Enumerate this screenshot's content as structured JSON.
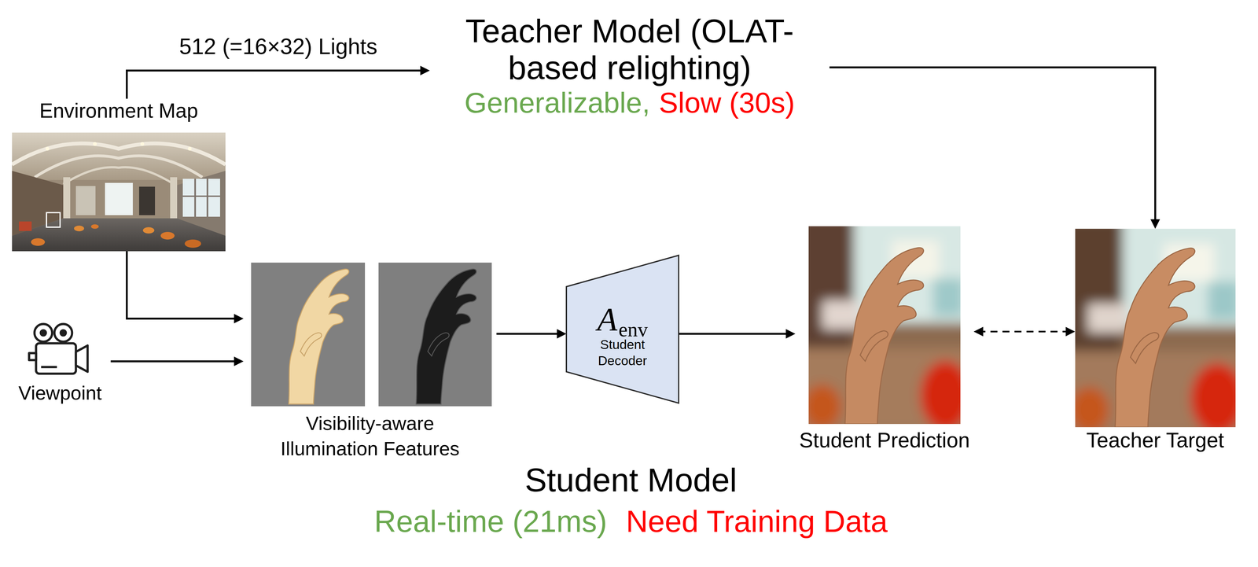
{
  "diagram": {
    "nodes": [
      {
        "text": [
          "Environment Map"
        ]
      },
      {
        "text": [
          "Teacher Model (OLAT-based relighting)",
          "Generalizable,",
          "Slow (30s)"
        ]
      },
      {
        "text": [
          "Viewpoint"
        ]
      },
      {
        "text": [
          "Visibility-aware Illumination Features"
        ]
      },
      {
        "text": [
          "A",
          "env",
          "Student Decoder"
        ]
      },
      {
        "text": [
          "Student Prediction"
        ]
      },
      {
        "text": [
          "Teacher Target"
        ]
      },
      {
        "text": [
          "Student Model",
          "Real-time (21ms)",
          "Need Training Data"
        ]
      }
    ],
    "edges": [
      {
        "from": 0,
        "to": 1,
        "arrow": "to",
        "label": "512 (=16×32) Lights"
      },
      {
        "from": 1,
        "to": 6,
        "arrow": "to"
      },
      {
        "from": 0,
        "to": 3,
        "arrow": "to"
      },
      {
        "from": 2,
        "to": 3,
        "arrow": "to"
      },
      {
        "from": 3,
        "to": 4,
        "arrow": "to"
      },
      {
        "from": 4,
        "to": 5,
        "arrow": "to"
      },
      {
        "from": 5,
        "to": 6,
        "arrow": "both"
      }
    ]
  }
}
